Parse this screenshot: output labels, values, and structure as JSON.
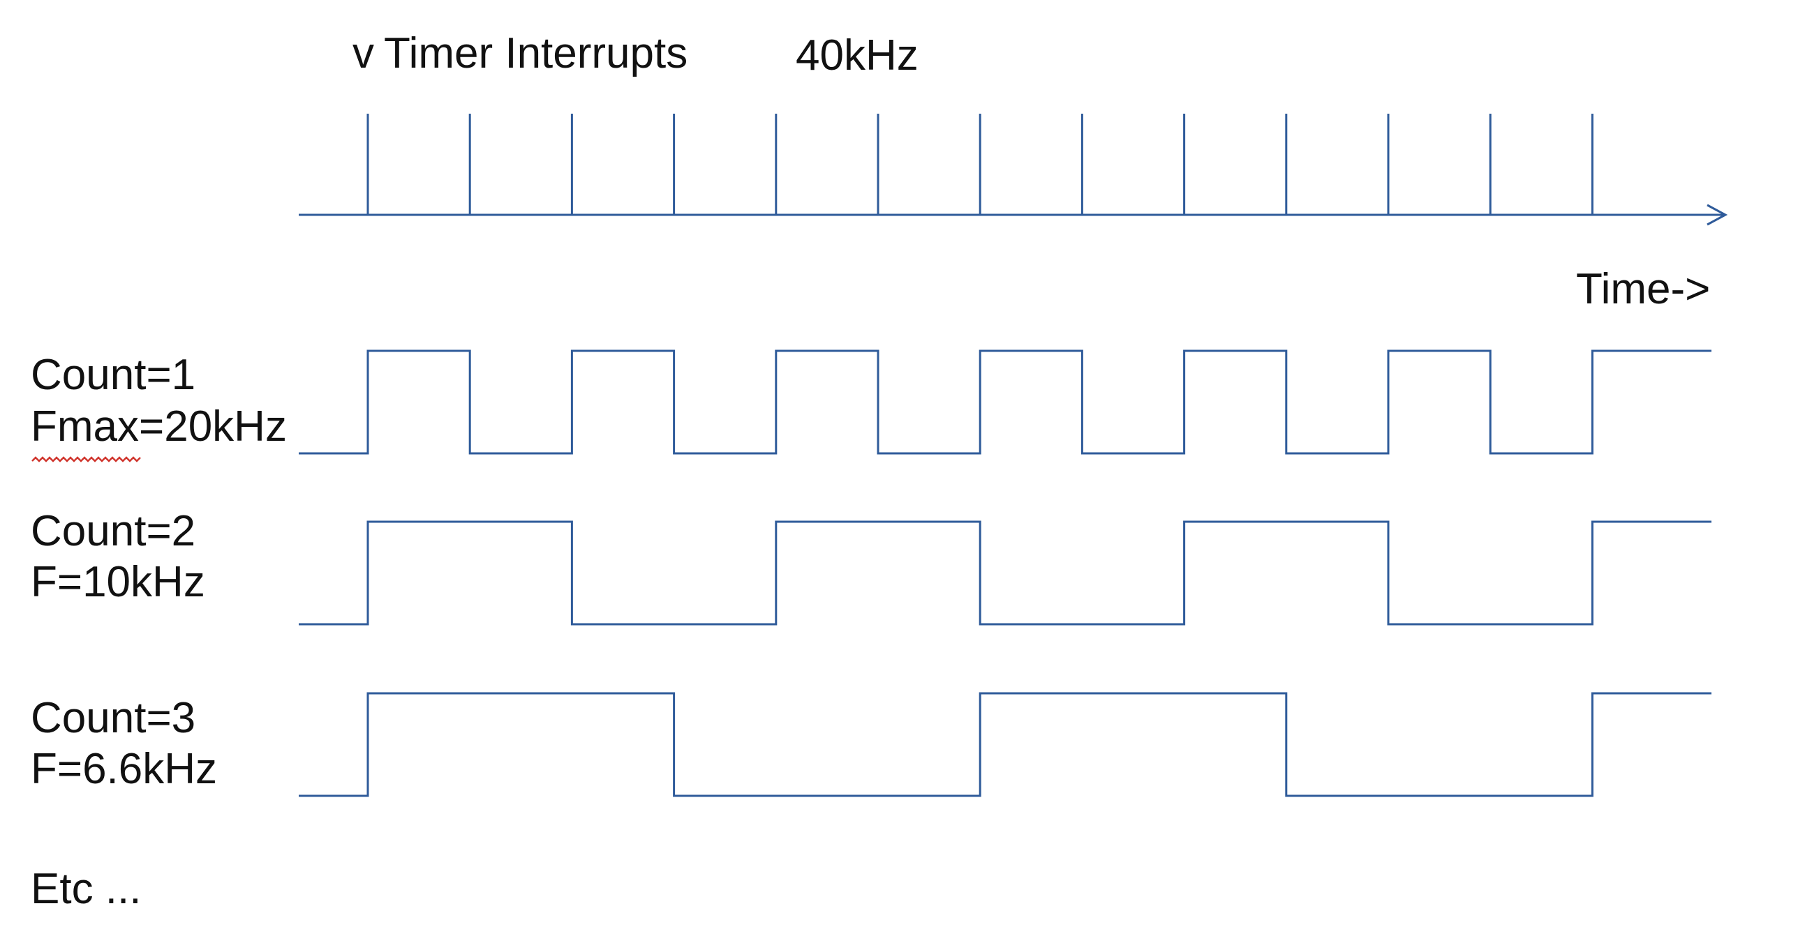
{
  "title": {
    "prefix": "v",
    "text": "Timer Interrupts",
    "frequency": "40kHz"
  },
  "time_axis": {
    "label": "Time->",
    "interrupt_count": 13
  },
  "waveforms": [
    {
      "label_line1": "Count=1",
      "label_line2": "Fmax=20kHz",
      "count": 1,
      "spellcheck_underline": "Fmax"
    },
    {
      "label_line1": "Count=2",
      "label_line2": "F=10kHz",
      "count": 2
    },
    {
      "label_line1": "Count=3",
      "label_line2": "F=6.6kHz",
      "count": 3
    }
  ],
  "footer": "Etc ...",
  "colors": {
    "line": "#2f5b9a",
    "text": "#111111",
    "spellcheck": "#d0342c"
  }
}
